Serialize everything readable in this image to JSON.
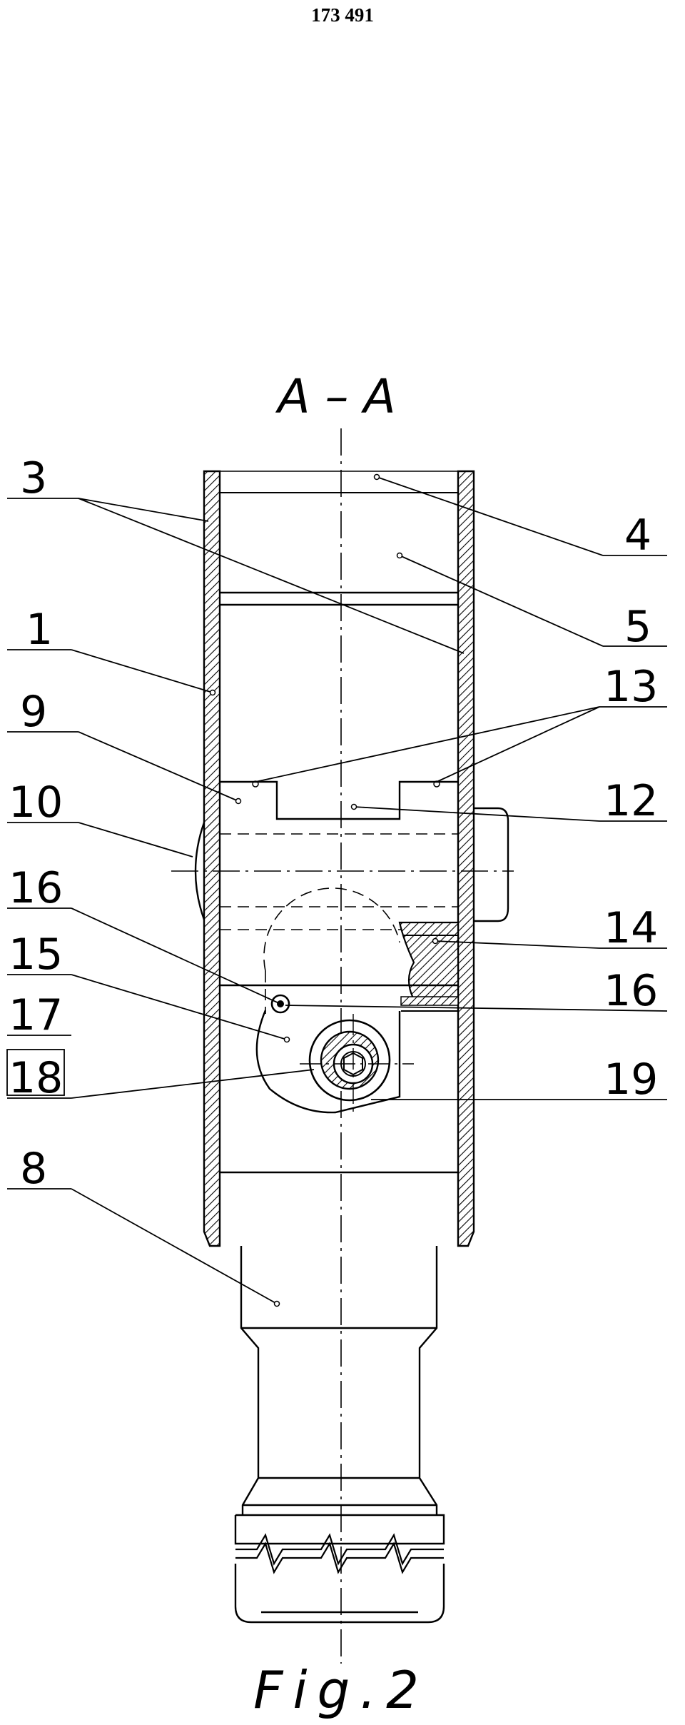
{
  "document_number": "173 491",
  "section_title": "A – A",
  "figure_caption": "Fig.2",
  "reference_numerals": {
    "n3": "3",
    "n4": "4",
    "n5": "5",
    "n1": "1",
    "n13": "13",
    "n9": "9",
    "n12": "12",
    "n10": "10",
    "n16a": "16",
    "n14": "14",
    "n15": "15",
    "n16b": "16",
    "n17": "17",
    "n18": "18",
    "n19": "19",
    "n8": "8"
  }
}
